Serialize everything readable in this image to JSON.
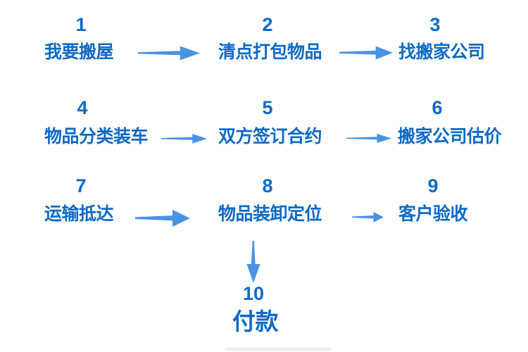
{
  "colors": {
    "step_text": "#0F6AC5",
    "arrow": "#4A93E3",
    "background": "#FFFFFF"
  },
  "flow": {
    "type": "process-flowchart",
    "steps": [
      {
        "num": "1",
        "label": "我要搬屋"
      },
      {
        "num": "2",
        "label": "清点打包物品"
      },
      {
        "num": "3",
        "label": "找搬家公司"
      },
      {
        "num": "4",
        "label": "物品分类装车"
      },
      {
        "num": "5",
        "label": "双方签订合约"
      },
      {
        "num": "6",
        "label": "搬家公司估价"
      },
      {
        "num": "7",
        "label": "运输抵达"
      },
      {
        "num": "8",
        "label": "物品装卸定位"
      },
      {
        "num": "9",
        "label": "客户验收"
      },
      {
        "num": "10",
        "label": "付款"
      }
    ],
    "connections": [
      {
        "from": "我要搬屋",
        "to": "清点打包物品",
        "direction": "right"
      },
      {
        "from": "清点打包物品",
        "to": "找搬家公司",
        "direction": "right"
      },
      {
        "from": "物品分类装车",
        "to": "双方签订合约",
        "direction": "right"
      },
      {
        "from": "双方签订合约",
        "to": "搬家公司估价",
        "direction": "right"
      },
      {
        "from": "运输抵达",
        "to": "物品装卸定位",
        "direction": "right"
      },
      {
        "from": "物品装卸定位",
        "to": "客户验收",
        "direction": "right"
      },
      {
        "from": "物品装卸定位",
        "to": "付款",
        "direction": "down"
      }
    ]
  }
}
